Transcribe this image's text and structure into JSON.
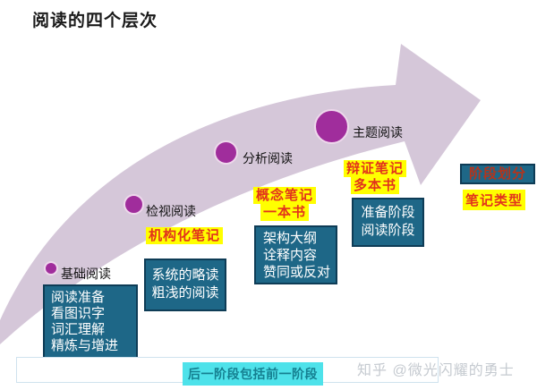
{
  "title": "阅读的四个层次",
  "stages": [
    {
      "name": "基础阅读",
      "steps": [
        "阅读准备",
        "看图识字",
        "词汇理解",
        "精炼与增进"
      ]
    },
    {
      "name": "检视阅读",
      "note_lines": [
        "机构化笔记"
      ],
      "steps": [
        "系统的略读",
        "粗浅的阅读"
      ]
    },
    {
      "name": "分析阅读",
      "note_lines": [
        "概念笔记",
        "一本书"
      ],
      "steps": [
        "架构大纲",
        "诠释内容",
        "赞同或反对"
      ]
    },
    {
      "name": "主题阅读",
      "note_lines": [
        "辩证笔记",
        "多本书"
      ],
      "steps": [
        "准备阶段",
        "阅读阶段"
      ]
    }
  ],
  "legend": {
    "stage_division_label": "阶段划分",
    "note_type_label": "笔记类型"
  },
  "footer": {
    "banner": "后一阶段包括前一阶段",
    "watermark": "知乎 @微光闪耀的勇士"
  },
  "colors": {
    "arrow": "#d5c7d9",
    "circle": "#a02d9c",
    "step_box_bg": "#1e6787",
    "step_box_border": "#0e3c56",
    "highlight_bg": "#ffff00",
    "highlight_text": "#e2331c",
    "banner_bg": "#4ee2ea",
    "banner_text": "#157f90"
  }
}
